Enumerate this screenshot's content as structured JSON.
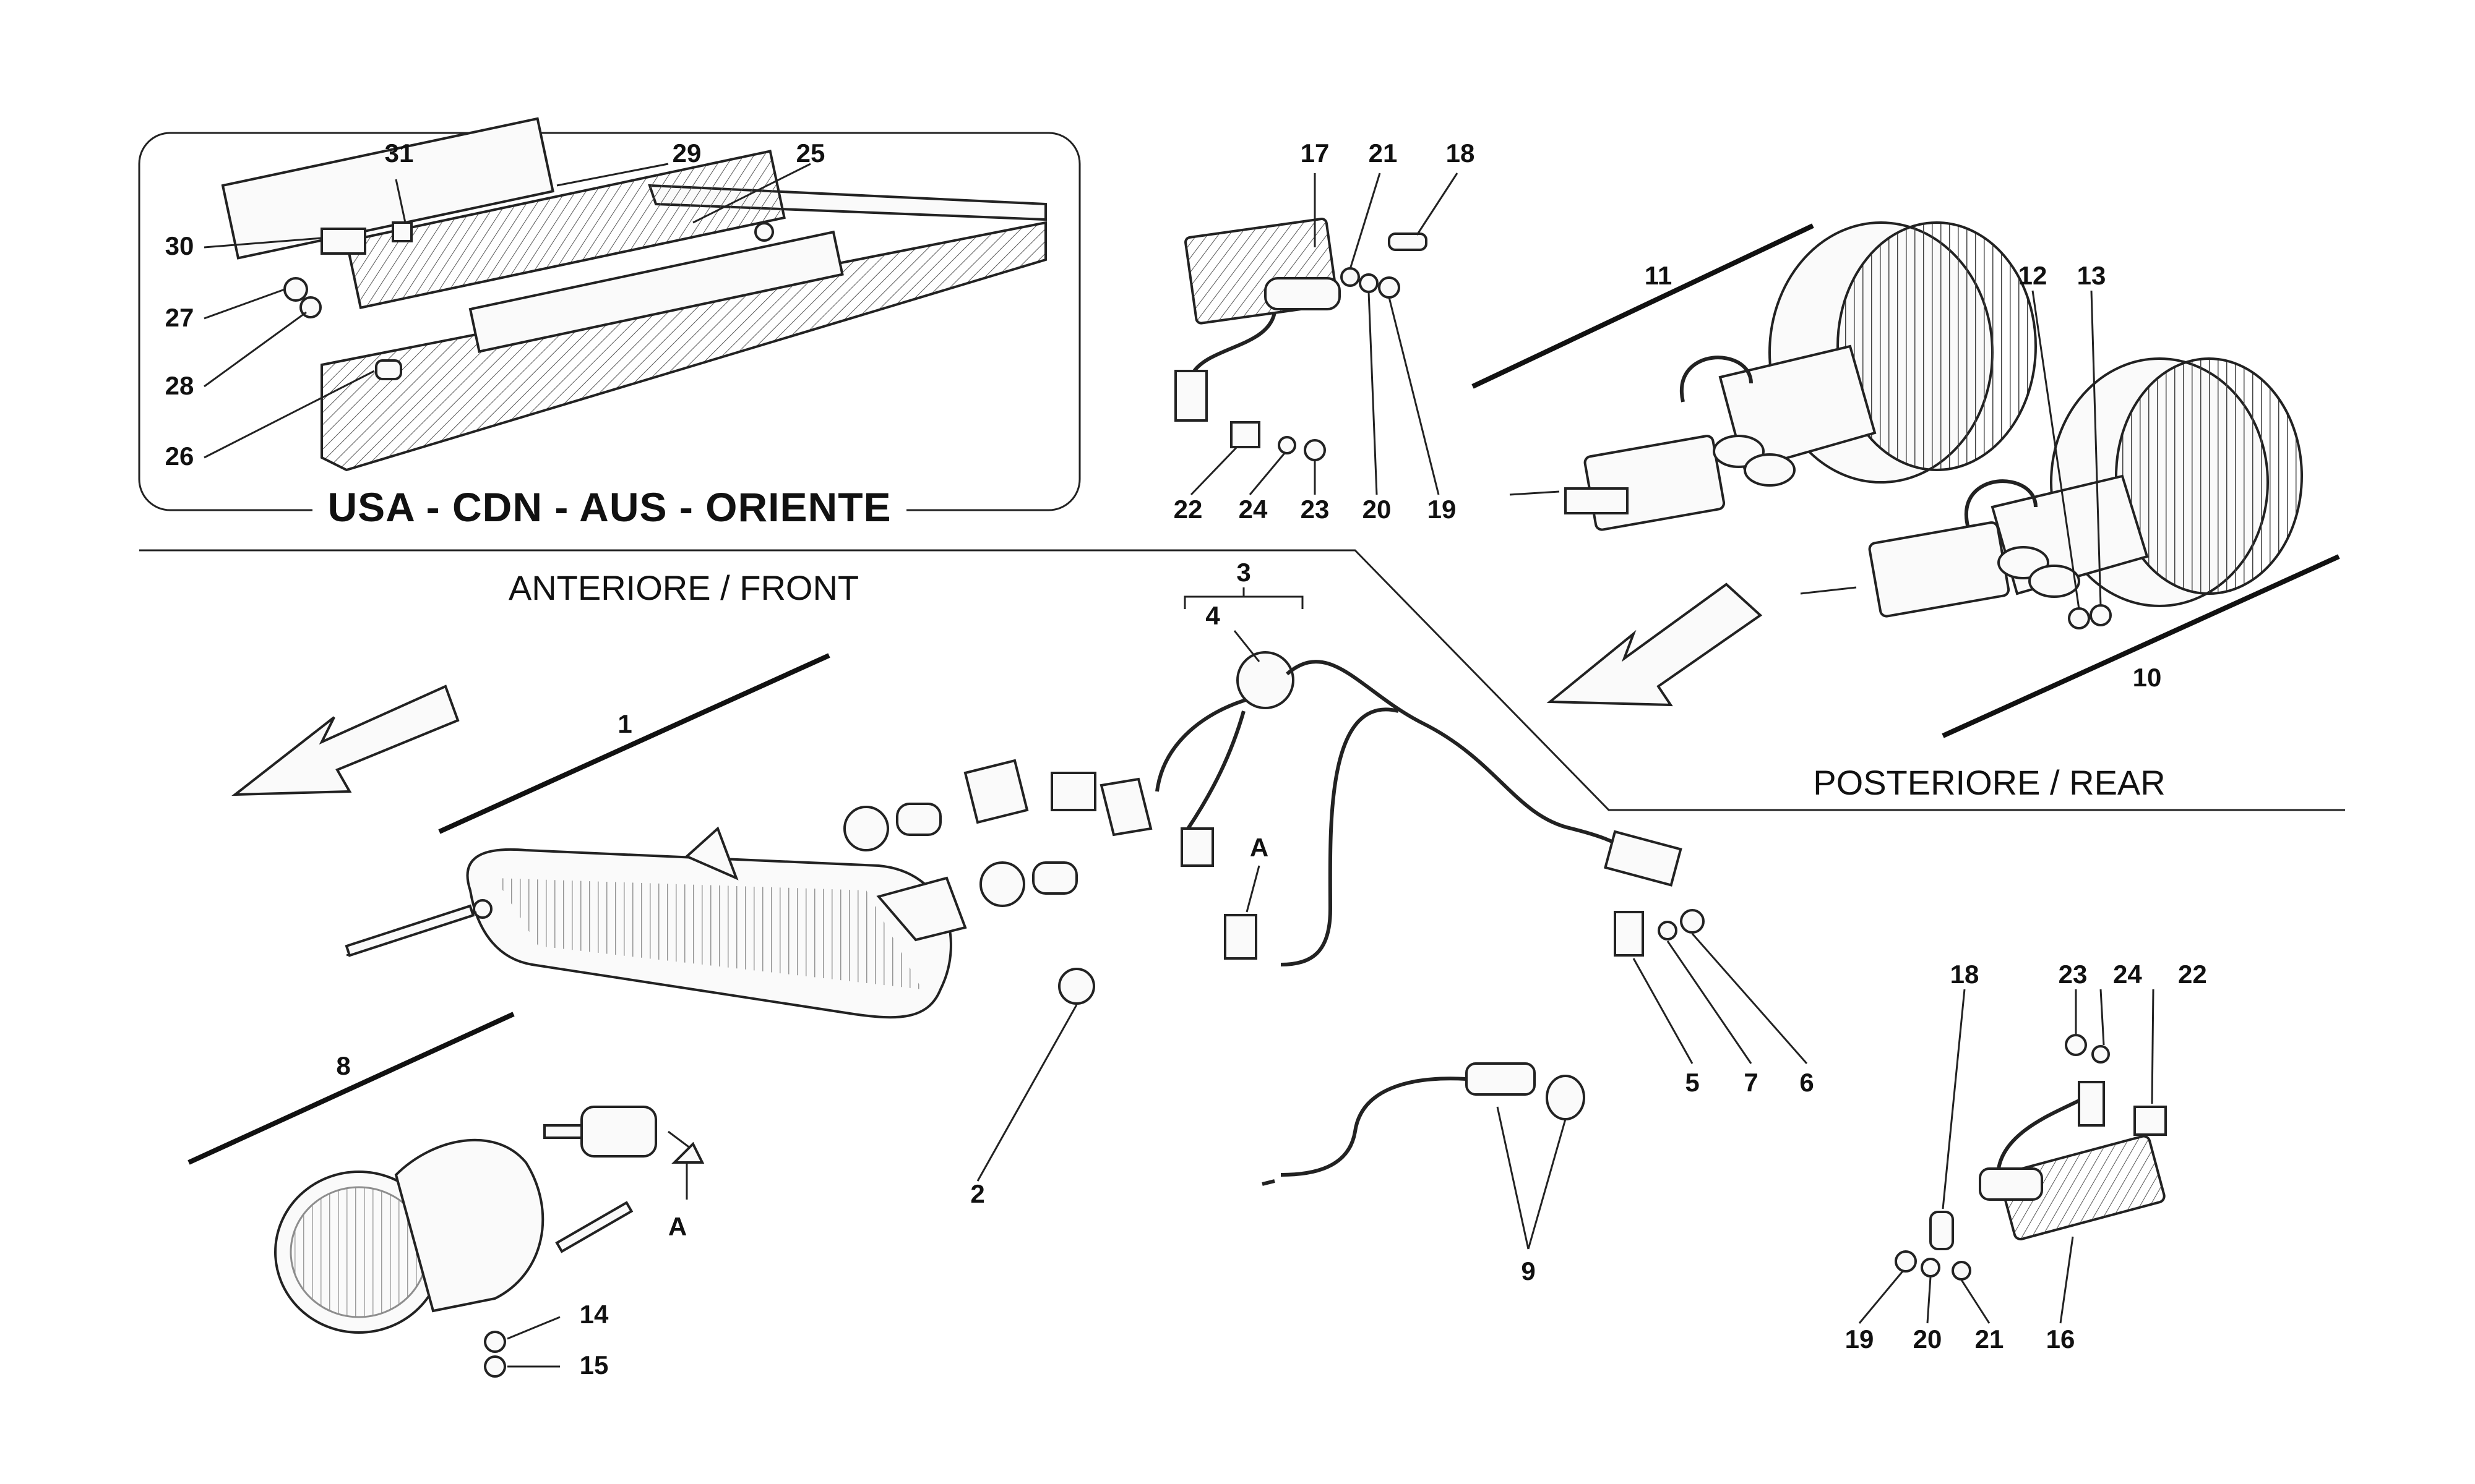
{
  "diagram": {
    "region_label": "USA - CDN - AUS - ORIENTE",
    "section_front": "ANTERIORE / FRONT",
    "section_rear": "POSTERIORE / REAR",
    "callouts": {
      "p1": "1",
      "p2": "2",
      "p3": "3",
      "p4": "4",
      "p5": "5",
      "p6": "6",
      "p7": "7",
      "p8": "8",
      "p9": "9",
      "p10": "10",
      "p11": "11",
      "p12": "12",
      "p13": "13",
      "p14": "14",
      "p15": "15",
      "p16": "16",
      "p17": "17",
      "p18a": "18",
      "p18b": "18",
      "p19a": "19",
      "p19b": "19",
      "p20a": "20",
      "p20b": "20",
      "p21a": "21",
      "p21b": "21",
      "p22a": "22",
      "p22b": "22",
      "p23a": "23",
      "p23b": "23",
      "p24a": "24",
      "p24b": "24",
      "p25": "25",
      "p26": "26",
      "p27": "27",
      "p28": "28",
      "p29": "29",
      "p30": "30",
      "p31": "31",
      "refA1": "A",
      "refA2": "A"
    }
  }
}
